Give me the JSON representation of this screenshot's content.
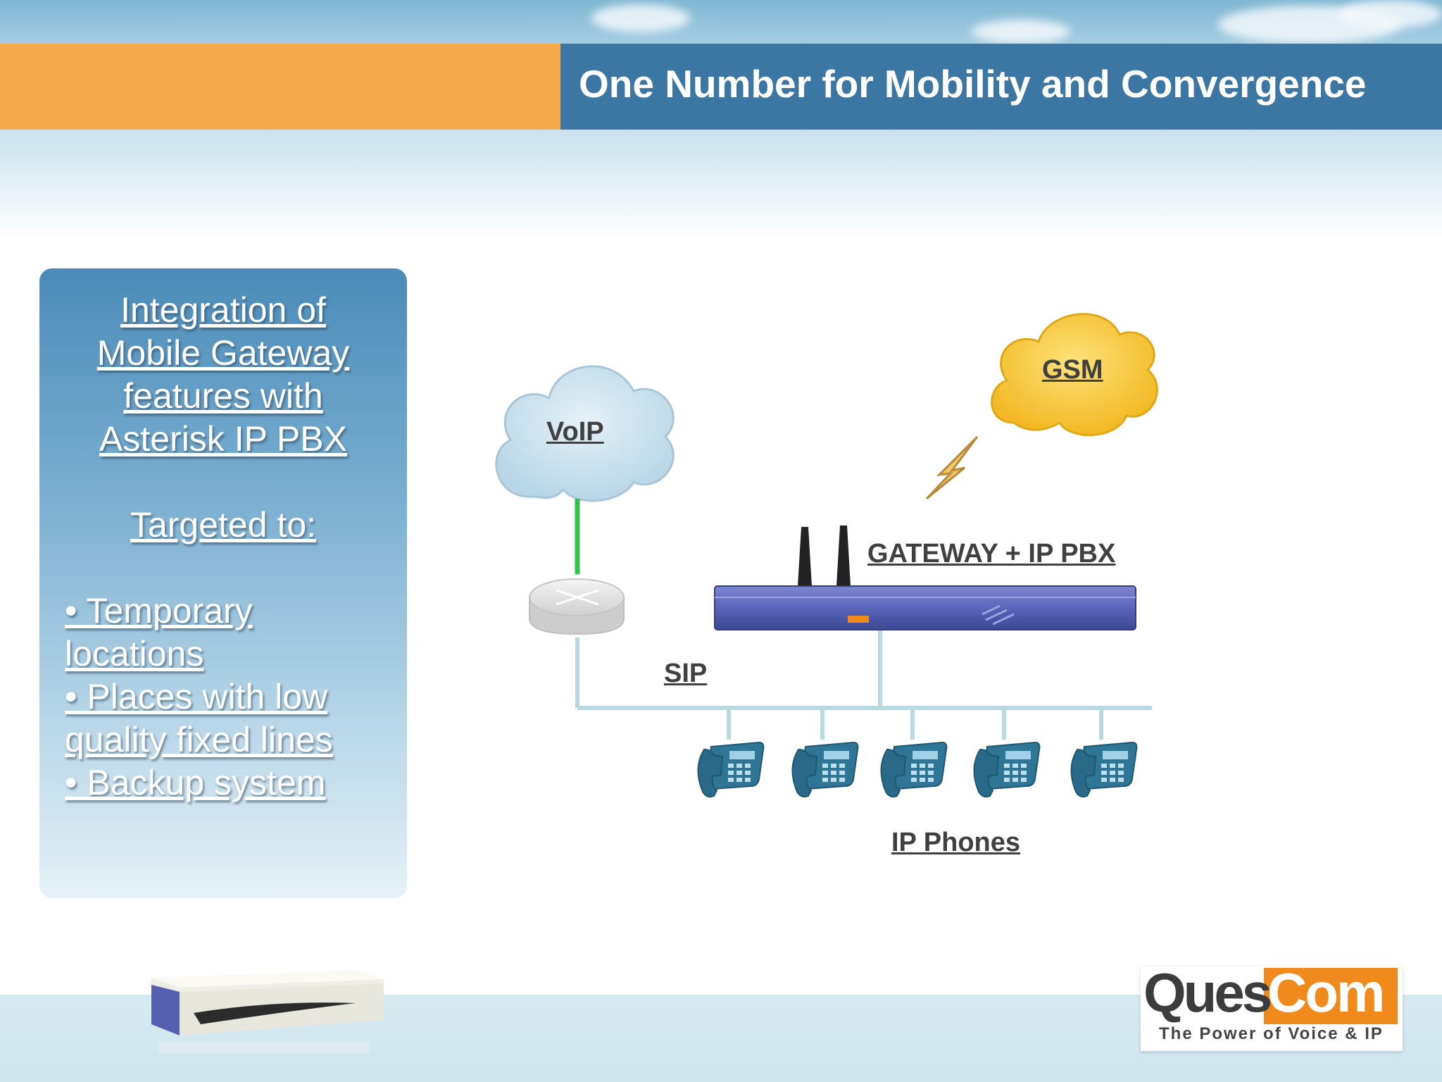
{
  "header": {
    "title": "One Number for Mobility and Convergence"
  },
  "left_panel": {
    "heading_lines": [
      "Integration of",
      "Mobile Gateway",
      "features with",
      "Asterisk IP PBX"
    ],
    "targeted_label": "Targeted to:",
    "bullet_lines": [
      "• Temporary",
      "locations",
      "• Places with low",
      "quality fixed lines",
      "• Backup system"
    ]
  },
  "diagram": {
    "voip_label": "VoIP",
    "gsm_label": "GSM",
    "gateway_label": "GATEWAY + IP PBX",
    "sip_label": "SIP",
    "phones_label": "IP Phones"
  },
  "logo": {
    "name_part1": "Ques",
    "name_part2": "Com",
    "tagline": "The Power of Voice & IP"
  },
  "colors": {
    "title_bar": "#3b77a2",
    "orange_bar": "#f4a94b",
    "voip_cloud": "#cfe3ee",
    "gsm_cloud": "#f7c733",
    "link_green": "#33c24a",
    "network_line": "#b7d9e2",
    "device_blue": "#5b66b8",
    "phone_blue": "#2f7596"
  }
}
